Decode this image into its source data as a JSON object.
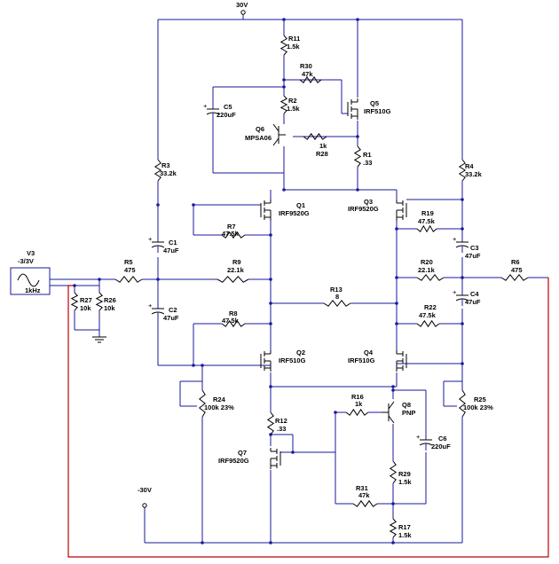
{
  "rails": {
    "positive": "30V",
    "negative": "-30V"
  },
  "source": {
    "ref": "V3",
    "value": "-3/3V",
    "freq": "1kHz"
  },
  "resistors": [
    {
      "id": "r11",
      "ref": "R11",
      "value": "1.5k"
    },
    {
      "id": "r30",
      "ref": "R30",
      "value": "47k"
    },
    {
      "id": "r2",
      "ref": "R2",
      "value": "1.5k"
    },
    {
      "id": "r28",
      "ref": "R28",
      "value": "1k"
    },
    {
      "id": "r1",
      "ref": "R1",
      "value": ".33"
    },
    {
      "id": "r3",
      "ref": "R3",
      "value": "33.2k"
    },
    {
      "id": "r4",
      "ref": "R4",
      "value": "33.2k"
    },
    {
      "id": "r7",
      "ref": "R7",
      "value": "47.5k"
    },
    {
      "id": "r19",
      "ref": "R19",
      "value": "47.5k"
    },
    {
      "id": "r5",
      "ref": "R5",
      "value": "475"
    },
    {
      "id": "r9",
      "ref": "R9",
      "value": "22.1k"
    },
    {
      "id": "r20",
      "ref": "R20",
      "value": "22.1k"
    },
    {
      "id": "r6",
      "ref": "R6",
      "value": "475"
    },
    {
      "id": "r27",
      "ref": "R27",
      "value": "10k"
    },
    {
      "id": "r26",
      "ref": "R26",
      "value": "10k"
    },
    {
      "id": "r13",
      "ref": "R13",
      "value": "8"
    },
    {
      "id": "r8",
      "ref": "R8",
      "value": "47.5k"
    },
    {
      "id": "r22",
      "ref": "R22",
      "value": "47.5k"
    },
    {
      "id": "r24",
      "ref": "R24",
      "value": "100k 23%"
    },
    {
      "id": "r25",
      "ref": "R25",
      "value": "100k 23%"
    },
    {
      "id": "r16",
      "ref": "R16",
      "value": "1k"
    },
    {
      "id": "r12",
      "ref": "R12",
      "value": ".33"
    },
    {
      "id": "r29",
      "ref": "R29",
      "value": "1.5k"
    },
    {
      "id": "r31",
      "ref": "R31",
      "value": "47k"
    },
    {
      "id": "r17",
      "ref": "R17",
      "value": "1.5k"
    }
  ],
  "capacitors": [
    {
      "id": "c5",
      "ref": "C5",
      "value": "220uF"
    },
    {
      "id": "c1",
      "ref": "C1",
      "value": "47uF"
    },
    {
      "id": "c2",
      "ref": "C2",
      "value": "47uF"
    },
    {
      "id": "c3",
      "ref": "C3",
      "value": "47uF"
    },
    {
      "id": "c4",
      "ref": "C4",
      "value": "47uF"
    },
    {
      "id": "c6",
      "ref": "C6",
      "value": "220uF"
    }
  ],
  "transistors": [
    {
      "id": "q5",
      "ref": "Q5",
      "part": "IRF510G"
    },
    {
      "id": "q6",
      "ref": "Q6",
      "part": "MPSA06"
    },
    {
      "id": "q1",
      "ref": "Q1",
      "part": "IRF9520G"
    },
    {
      "id": "q3",
      "ref": "Q3",
      "part": "IRF9520G"
    },
    {
      "id": "q2",
      "ref": "Q2",
      "part": "IRF510G"
    },
    {
      "id": "q4",
      "ref": "Q4",
      "part": "IRF510G"
    },
    {
      "id": "q8",
      "ref": "Q8",
      "part": "PNP"
    },
    {
      "id": "q7",
      "ref": "Q7",
      "part": "IRF9520G"
    }
  ]
}
